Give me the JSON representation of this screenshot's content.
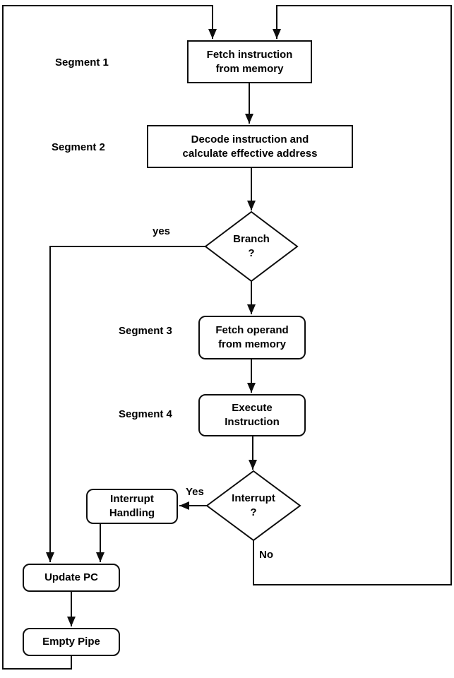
{
  "nodes": {
    "fetch_instruction": {
      "line1": "Fetch instruction",
      "line2": "from memory"
    },
    "decode": {
      "line1": "Decode instruction and",
      "line2": "calculate effective address"
    },
    "branch_decision": {
      "line1": "Branch",
      "line2": "?"
    },
    "fetch_operand": {
      "line1": "Fetch operand",
      "line2": "from memory"
    },
    "execute": {
      "line1": "Execute",
      "line2": "Instruction"
    },
    "interrupt_decision": {
      "line1": "Interrupt",
      "line2": "?"
    },
    "interrupt_handling": {
      "line1": "Interrupt",
      "line2": "Handling"
    },
    "update_pc": {
      "label": "Update PC"
    },
    "empty_pipe": {
      "label": "Empty Pipe"
    }
  },
  "segments": {
    "s1": "Segment 1",
    "s2": "Segment 2",
    "s3": "Segment 3",
    "s4": "Segment 4"
  },
  "edge_labels": {
    "branch_yes": "yes",
    "interrupt_yes": "Yes",
    "interrupt_no": "No"
  },
  "colors": {
    "line": "#000000",
    "background": "#ffffff",
    "text": "#000000"
  }
}
